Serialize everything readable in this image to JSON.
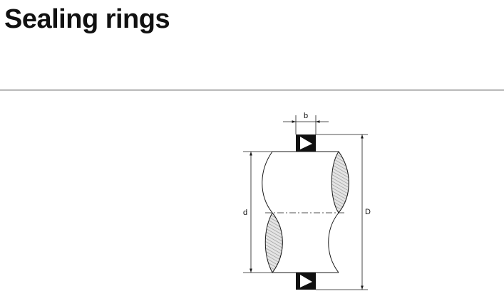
{
  "page": {
    "title": "Sealing rings"
  },
  "diagram": {
    "labels": {
      "width": "b",
      "inner_diameter": "d",
      "outer_diameter": "D"
    },
    "colors": {
      "line": "#1a1a1a",
      "hatch": "#bdbdbd",
      "seal_fill": "#111111"
    }
  }
}
